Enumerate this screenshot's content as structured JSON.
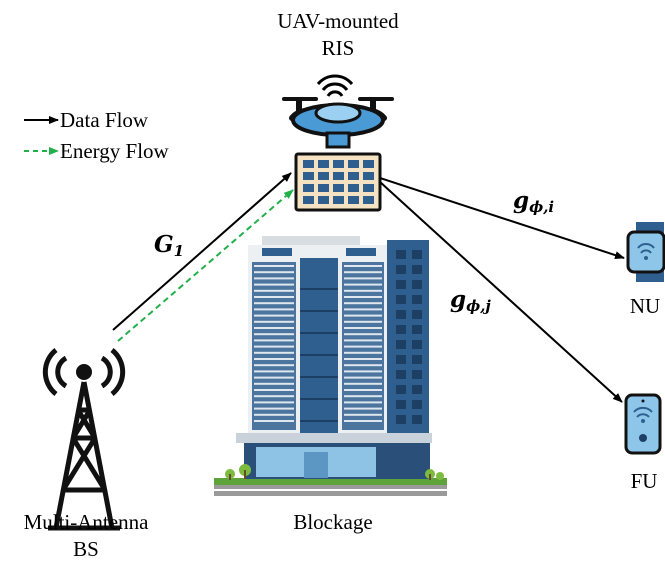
{
  "diagram": {
    "nodes": {
      "ris": {
        "line1": "UAV-mounted",
        "line2": "RIS"
      },
      "bs": {
        "line1": "Multi-Antenna",
        "line2": "BS"
      },
      "blockage": {
        "label": "Blockage"
      },
      "nu": {
        "label": "NU"
      },
      "fu": {
        "label": "FU"
      }
    },
    "legend": {
      "data_flow": "Data Flow",
      "energy_flow": "Energy Flow"
    },
    "links": {
      "g1": {
        "base": "G",
        "sub": "1"
      },
      "g_phi_i": {
        "base": "g",
        "sub": "ϕ,i"
      },
      "g_phi_j": {
        "base": "g",
        "sub": "ϕ,j"
      }
    },
    "colors": {
      "data_flow": "#000000",
      "energy_flow": "#22b04b",
      "drone_blue": "#4a9ad6",
      "building_blue": "#2f5f8f",
      "device_blue": "#8ec6ea"
    }
  }
}
